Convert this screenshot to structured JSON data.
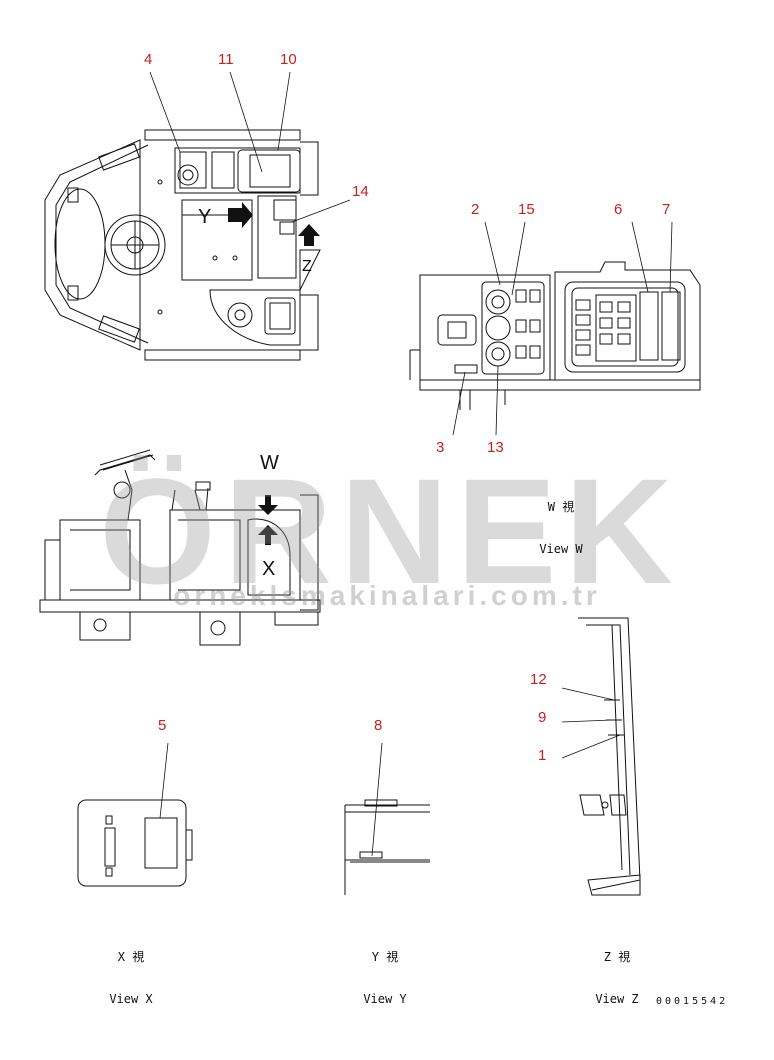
{
  "callouts": {
    "c1": "1",
    "c2": "2",
    "c3": "3",
    "c4": "4",
    "c5": "5",
    "c6": "6",
    "c7": "7",
    "c8": "8",
    "c9": "9",
    "c10": "10",
    "c11": "11",
    "c12": "12",
    "c13": "13",
    "c14": "14",
    "c15": "15"
  },
  "view_letters": {
    "w": "W",
    "x": "X",
    "y": "Y",
    "z": "Z"
  },
  "view_captions": {
    "w_jp": "W 視",
    "w_en": "View W",
    "x_jp": "X 視",
    "x_en": "View X",
    "y_jp": "Y 視",
    "y_en": "View Y",
    "z_jp": "Z 視",
    "z_en": "View Z"
  },
  "drawing_code": "00015542",
  "watermark": {
    "brand": "ÖRNEK",
    "site": "orneklsmakinalari.com.tr"
  },
  "colors": {
    "callout": "#c81e1e",
    "line": "#111111",
    "watermark": "#969696"
  }
}
